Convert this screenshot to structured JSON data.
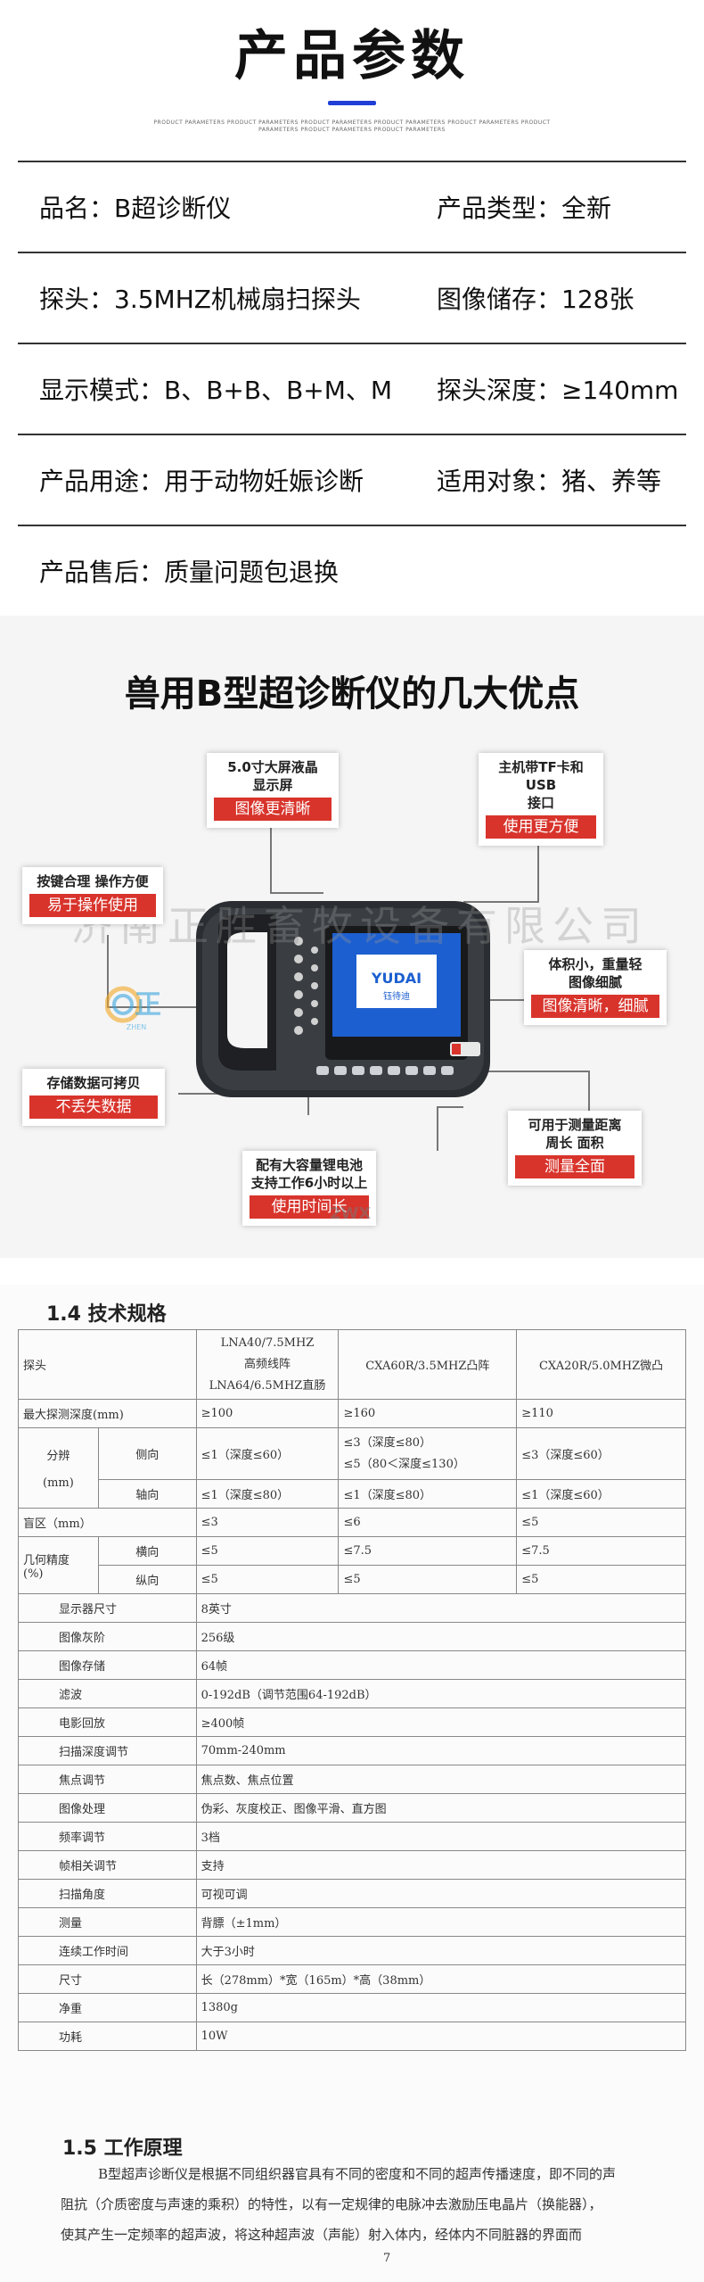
{
  "header": {
    "title": "产品参数",
    "sub_text": "PRODUCT PARAMETERS PRODUCT PARAMETERS PRODUCT PARAMETERS PRODUCT PARAMETERS PRODUCT PARAMETERS PRODUCT PARAMETERS PRODUCT PARAMETERS PRODUCT PARAMETERS"
  },
  "params": [
    {
      "left": "品名：B超诊断仪",
      "right": "产品类型：全新"
    },
    {
      "left": "探头：3.5MHZ机械扇扫探头",
      "right": "图像储存：128张"
    },
    {
      "left": "显示模式：B、B+B、B+M、M",
      "right": "探头深度：≥140mm"
    },
    {
      "left": "产品用途：用于动物妊娠诊断",
      "right": "适用对象：猪、养等"
    },
    {
      "left": "产品售后：质量问题包退换",
      "right": ""
    }
  ],
  "advantages": {
    "title": "兽用B型超诊断仪的几大优点",
    "watermark": "济南正胜畜牧设备有限公司",
    "logo_text": "正",
    "logo_sub": "ZHEN",
    "brand": "YUDAI",
    "brand_cn": "钰待迪",
    "tag": "2WX",
    "callouts": [
      {
        "top": "5.0寸大屏液晶\n显示屏",
        "badge": "图像更清晰"
      },
      {
        "top": "主机带TF卡和USB\n接口",
        "badge": "使用更方便"
      },
      {
        "top": "按键合理 操作方便",
        "badge": "易于操作使用"
      },
      {
        "top": "体积小，重量轻\n图像细腻",
        "badge": "图像清晰，细腻"
      },
      {
        "top": "存储数据可拷贝",
        "badge": "不丢失数据"
      },
      {
        "top": "可用于测量距离\n周长 面积",
        "badge": "测量全面"
      },
      {
        "top": "配有大容量锂电池\n支持工作6小时以上",
        "badge": "使用时间长"
      }
    ]
  },
  "spec": {
    "heading": "1.4  技术规格",
    "probe_label": "探头",
    "probe_col1": "LNA40/7.5MHZ\n高频线阵\nLNA64/6.5MHZ直肠",
    "probe_col2": "CXA60R/3.5MHZ凸阵",
    "probe_col3": "CXA20R/5.0MHZ微凸",
    "depth_label": "最大探测深度(mm)",
    "depth": [
      "≥100",
      "≥160",
      "≥110"
    ],
    "res_label": "分辨\n\n(mm)",
    "res_lat_label": "侧向",
    "res_lat": [
      "≤1（深度≤60）",
      "≤3（深度≤80）\n≤5（80＜深度≤130）",
      "≤3（深度≤60）"
    ],
    "res_ax_label": "轴向",
    "res_ax": [
      "≤1（深度≤80）",
      "≤1（深度≤80）",
      "≤1（深度≤60）"
    ],
    "blind_label": "盲区（mm）",
    "blind": [
      "≤3",
      "≤6",
      "≤5"
    ],
    "geo_label": "几何精度\n(%)",
    "geo_h_label": "横向",
    "geo_h": [
      "≤5",
      "≤7.5",
      "≤7.5"
    ],
    "geo_v_label": "纵向",
    "geo_v": [
      "≤5",
      "≤5",
      "≤5"
    ],
    "rows": [
      {
        "k": "显示器尺寸",
        "v": "8英寸"
      },
      {
        "k": "图像灰阶",
        "v": "256级"
      },
      {
        "k": "图像存储",
        "v": "64帧"
      },
      {
        "k": "滤波",
        "v": "0-192dB（调节范围64-192dB）"
      },
      {
        "k": "电影回放",
        "v": "≥400帧"
      },
      {
        "k": "扫描深度调节",
        "v": "70mm-240mm"
      },
      {
        "k": "焦点调节",
        "v": "焦点数、焦点位置"
      },
      {
        "k": "图像处理",
        "v": "伪彩、灰度校正、图像平滑、直方图"
      },
      {
        "k": "频率调节",
        "v": "3档"
      },
      {
        "k": "帧相关调节",
        "v": "支持"
      },
      {
        "k": "扫描角度",
        "v": "可视可调"
      },
      {
        "k": "测量",
        "v": "背膘（±1mm）"
      },
      {
        "k": "连续工作时间",
        "v": "大于3小时"
      },
      {
        "k": "尺寸",
        "v": "长（278mm）*宽（165m）*高（38mm）"
      },
      {
        "k": "净重",
        "v": "1380g"
      },
      {
        "k": "功耗",
        "v": "10W"
      }
    ]
  },
  "principle": {
    "heading": "1.5 工作原理",
    "lines": [
      "B型超声诊断仪是根据不同组织器官具有不同的密度和不同的超声传播速度，即不同的声",
      "阻抗（介质密度与声速的乘积）的特性，以有一定规律的电脉冲去激励压电晶片（换能器），",
      "使其产生一定频率的超声波，将这种超声波（声能）射入体内，经体内不同脏器的界面而"
    ],
    "page": "7"
  }
}
